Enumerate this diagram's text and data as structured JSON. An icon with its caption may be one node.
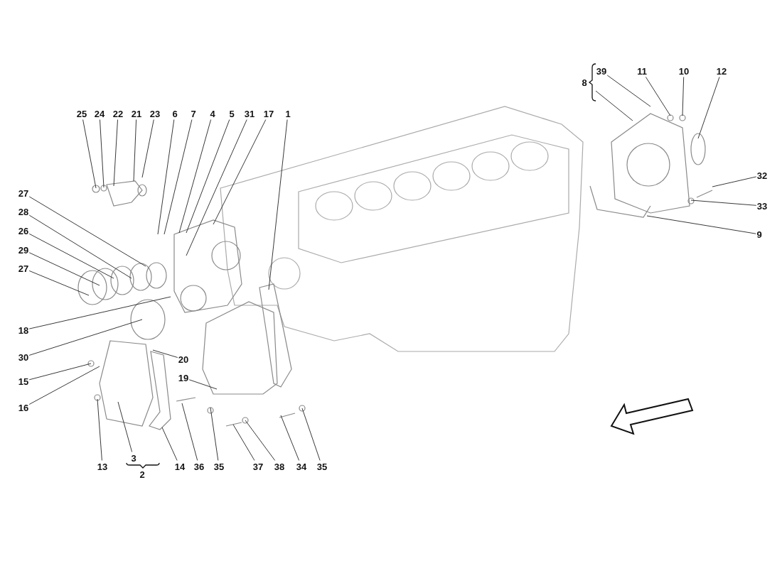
{
  "diagram": {
    "nodes": [
      {
        "text": [
          "39"
        ]
      },
      {
        "text": [
          "11"
        ]
      },
      {
        "text": [
          "10"
        ]
      },
      {
        "text": [
          "12"
        ]
      },
      {
        "text": [
          "8"
        ]
      },
      {
        "text": [
          "25"
        ]
      },
      {
        "text": [
          "24"
        ]
      },
      {
        "text": [
          "22"
        ]
      },
      {
        "text": [
          "21"
        ]
      },
      {
        "text": [
          "23"
        ]
      },
      {
        "text": [
          "6"
        ]
      },
      {
        "text": [
          "7"
        ]
      },
      {
        "text": [
          "4"
        ]
      },
      {
        "text": [
          "5"
        ]
      },
      {
        "text": [
          "31"
        ]
      },
      {
        "text": [
          "17"
        ]
      },
      {
        "text": [
          "1"
        ]
      },
      {
        "text": [
          "32"
        ]
      },
      {
        "text": [
          "27"
        ]
      },
      {
        "text": [
          "33"
        ]
      },
      {
        "text": [
          "28"
        ]
      },
      {
        "text": [
          "26"
        ]
      },
      {
        "text": [
          "9"
        ]
      },
      {
        "text": [
          "29"
        ]
      },
      {
        "text": [
          "27"
        ]
      },
      {
        "text": [
          "18"
        ]
      },
      {
        "text": [
          "30"
        ]
      },
      {
        "text": [
          "20"
        ]
      },
      {
        "text": [
          "15"
        ]
      },
      {
        "text": [
          "19"
        ]
      },
      {
        "text": [
          "16"
        ]
      },
      {
        "text": [
          "13"
        ]
      },
      {
        "text": [
          "3"
        ]
      },
      {
        "text": [
          "14"
        ]
      },
      {
        "text": [
          "36"
        ]
      },
      {
        "text": [
          "35"
        ]
      },
      {
        "text": [
          "37"
        ]
      },
      {
        "text": [
          "38"
        ]
      },
      {
        "text": [
          "34"
        ]
      },
      {
        "text": [
          "35"
        ]
      }
    ],
    "edges": [
      {
        "from": 0,
        "to": null,
        "arrow": "none"
      },
      {
        "from": 1,
        "to": null,
        "arrow": "none"
      },
      {
        "from": 2,
        "to": null,
        "arrow": "none"
      },
      {
        "from": 3,
        "to": null,
        "arrow": "none"
      },
      {
        "from": 4,
        "to": null,
        "arrow": "none"
      },
      {
        "from": 5,
        "to": null,
        "arrow": "none"
      },
      {
        "from": 6,
        "to": null,
        "arrow": "none"
      },
      {
        "from": 7,
        "to": null,
        "arrow": "none"
      },
      {
        "from": 8,
        "to": null,
        "arrow": "none"
      },
      {
        "from": 9,
        "to": null,
        "arrow": "none"
      },
      {
        "from": 10,
        "to": null,
        "arrow": "none"
      },
      {
        "from": 11,
        "to": null,
        "arrow": "none"
      },
      {
        "from": 12,
        "to": null,
        "arrow": "none"
      },
      {
        "from": 13,
        "to": null,
        "arrow": "none"
      },
      {
        "from": 14,
        "to": null,
        "arrow": "none"
      },
      {
        "from": 15,
        "to": null,
        "arrow": "none"
      },
      {
        "from": 16,
        "to": null,
        "arrow": "none"
      },
      {
        "from": 17,
        "to": null,
        "arrow": "none"
      },
      {
        "from": 18,
        "to": null,
        "arrow": "none"
      },
      {
        "from": 19,
        "to": null,
        "arrow": "none"
      },
      {
        "from": 20,
        "to": null,
        "arrow": "none"
      },
      {
        "from": 21,
        "to": null,
        "arrow": "none"
      },
      {
        "from": 22,
        "to": null,
        "arrow": "none"
      },
      {
        "from": 23,
        "to": null,
        "arrow": "none"
      },
      {
        "from": 24,
        "to": null,
        "arrow": "none"
      },
      {
        "from": 25,
        "to": null,
        "arrow": "none"
      },
      {
        "from": 26,
        "to": null,
        "arrow": "none"
      },
      {
        "from": 27,
        "to": null,
        "arrow": "none"
      },
      {
        "from": 28,
        "to": null,
        "arrow": "none"
      },
      {
        "from": 29,
        "to": null,
        "arrow": "none"
      },
      {
        "from": 30,
        "to": null,
        "arrow": "none"
      },
      {
        "from": 31,
        "to": null,
        "arrow": "none"
      },
      {
        "from": 32,
        "to": null,
        "arrow": "none"
      },
      {
        "from": 33,
        "to": null,
        "arrow": "none"
      },
      {
        "from": 34,
        "to": null,
        "arrow": "none"
      },
      {
        "from": 35,
        "to": null,
        "arrow": "none"
      },
      {
        "from": 36,
        "to": null,
        "arrow": "none"
      },
      {
        "from": 37,
        "to": null,
        "arrow": "none"
      },
      {
        "from": 38,
        "to": null,
        "arrow": "none"
      },
      {
        "from": 39,
        "to": null,
        "arrow": "none"
      }
    ],
    "labels": [
      "2"
    ]
  }
}
